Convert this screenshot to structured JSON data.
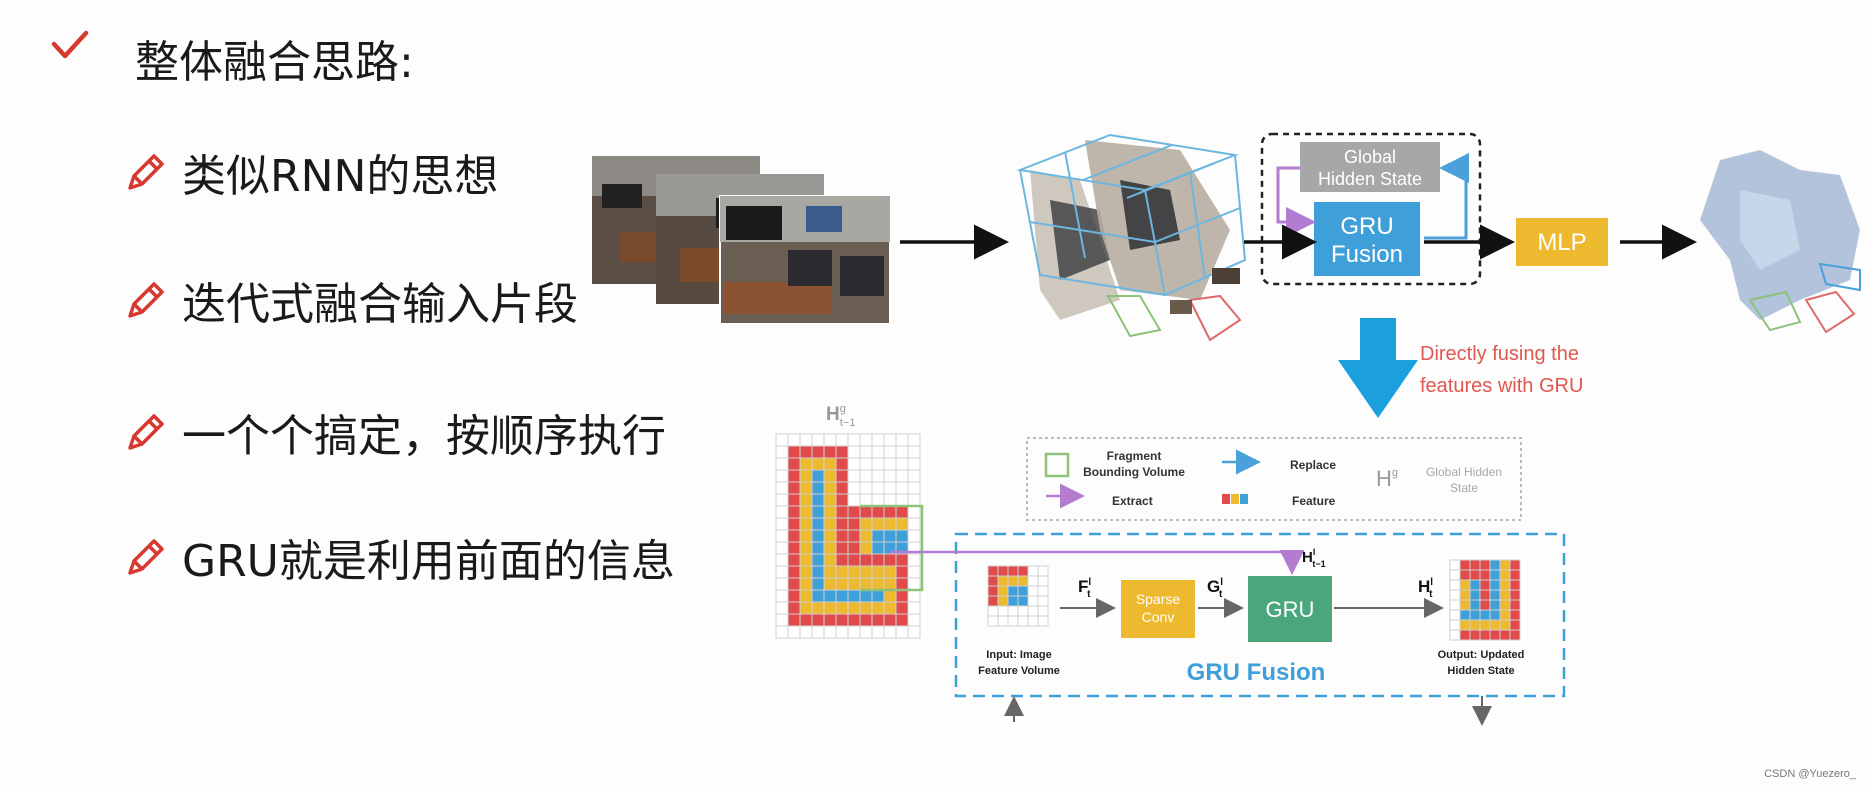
{
  "slide": {
    "title": "整体融合思路:",
    "bullets": [
      "类似RNN的思想",
      "迭代式融合输入片段",
      "一个个搞定，按顺序执行",
      "GRU就是利用前面的信息"
    ],
    "watermark": "CSDN @Yuezero_"
  },
  "top_pipeline": {
    "global_hidden_state": "Global Hidden State",
    "gru_fusion": "GRU Fusion",
    "mlp": "MLP",
    "annotation": "Directly fusing the features with GRU"
  },
  "legend": {
    "fragment": "Fragment Bounding Volume",
    "replace": "Replace",
    "global_hidden": "Global Hidden State",
    "extract": "Extract",
    "feature": "Feature"
  },
  "detail": {
    "input_label": "Input: Image Feature Volume",
    "sparse_conv": "Sparse Conv",
    "gru": "GRU",
    "output_label": "Output: Updated Hidden State",
    "gru_fusion_title": "GRU Fusion"
  },
  "colors": {
    "red": "#e04a4a",
    "yellow": "#edb92f",
    "blue": "#3f9fd8",
    "gru_green": "#4aa77d",
    "mlp_gold": "#edb92f",
    "annotation_red": "#e0574f",
    "arrow_blue": "#1b9fdd"
  }
}
